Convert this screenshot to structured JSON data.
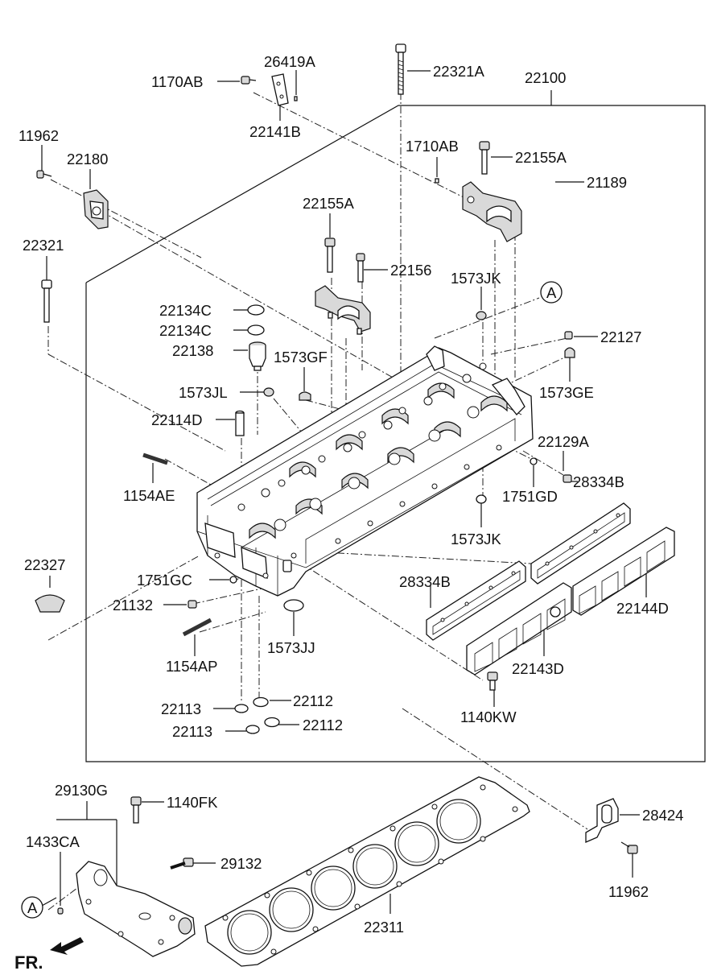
{
  "labels": {
    "p26419A": "26419A",
    "p1170AB": "1170AB",
    "p22141B": "22141B",
    "p22321A": "22321A",
    "p22100": "22100",
    "p11962_top": "11962",
    "p22180": "22180",
    "p1710AB": "1710AB",
    "p22155A_top": "22155A",
    "p21189": "21189",
    "p22155A_mid": "22155A",
    "p22321": "22321",
    "p22156": "22156",
    "p1573JK_top": "1573JK",
    "pA_top": "A",
    "p22134C_1": "22134C",
    "p22134C_2": "22134C",
    "p22127": "22127",
    "p22138": "22138",
    "p1573GF": "1573GF",
    "p1573GE": "1573GE",
    "p1573JL": "1573JL",
    "p22114D": "22114D",
    "p22129A": "22129A",
    "p28334B_top": "28334B",
    "p1154AE": "1154AE",
    "p1751GD": "1751GD",
    "p1573JK_bot": "1573JK",
    "p22327": "22327",
    "p28334B_mid": "28334B",
    "p1751GC": "1751GC",
    "p22144D": "22144D",
    "p21132": "21132",
    "p1573JJ": "1573JJ",
    "p1154AP": "1154AP",
    "p22143D": "22143D",
    "p22113_1": "22113",
    "p22112_1": "22112",
    "p1140KW": "1140KW",
    "p22113_2": "22113",
    "p22112_2": "22112",
    "p29130G": "29130G",
    "p1140FK": "1140FK",
    "p28424": "28424",
    "p1433CA": "1433CA",
    "p29132": "29132",
    "p11962_bot": "11962",
    "pA_bot": "A",
    "p22311": "22311",
    "fr": "FR."
  }
}
